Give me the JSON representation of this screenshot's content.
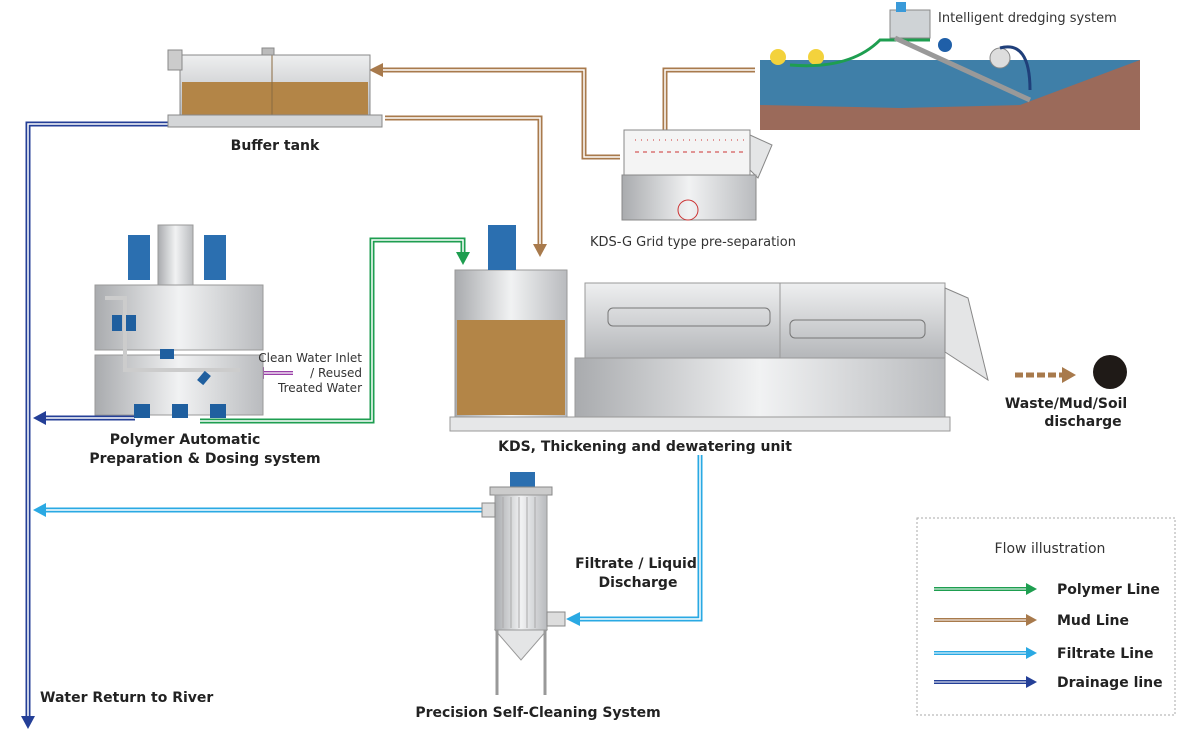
{
  "labels": {
    "buffer_tank": "Buffer tank",
    "dredging": "Intelligent dredging system",
    "grid": "KDS-G Grid type pre-separation",
    "polymer_1": "Polymer Automatic",
    "polymer_2": "Preparation & Dosing system",
    "clean_water_1": "Clean Water Inlet",
    "clean_water_2": "/ Reused",
    "clean_water_3": "Treated Water",
    "kds": "KDS, Thickening and dewatering unit",
    "waste_1": "Waste/Mud/Soil",
    "waste_2": "discharge",
    "filtrate_1": "Filtrate / Liquid",
    "filtrate_2": "Discharge",
    "precision": "Precision Self-Cleaning System",
    "water_return": "Water Return to River"
  },
  "legend": {
    "title": "Flow illustration",
    "items": [
      {
        "label": "Polymer Line",
        "color": "#1e9e50"
      },
      {
        "label": "Mud Line",
        "color": "#a87a4c"
      },
      {
        "label": "Filtrate Line",
        "color": "#2aa9e3"
      },
      {
        "label": "Drainage line",
        "color": "#243f97"
      }
    ]
  },
  "colors": {
    "mud_fill": "#b38547",
    "steel": "#d4d6d8",
    "water": "#3f7fa8",
    "soil": "#9b6a5a",
    "purple": "#9a3fa8"
  }
}
